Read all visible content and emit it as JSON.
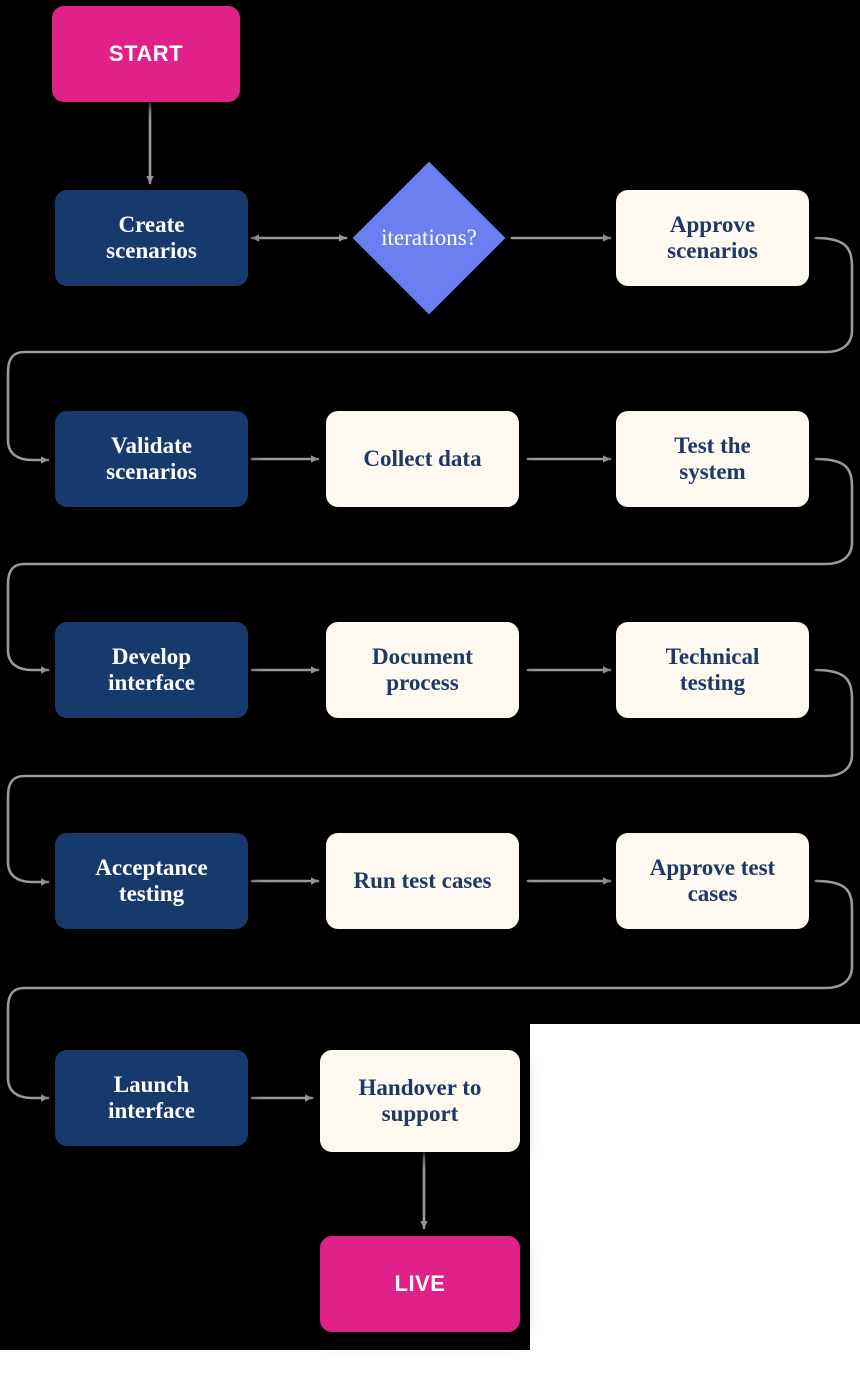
{
  "diagram": {
    "title": "Interface delivery process flowchart",
    "background_color": "#000000",
    "colors": {
      "terminal": "#E0218A",
      "primary": "#173A6D",
      "soft": "#FDF8F0",
      "soft_text": "#1F3864",
      "decision": "#6B7FF0",
      "connector": "#9A9A9A"
    },
    "nodes": {
      "start": "START",
      "create_scenarios": "Create\nscenarios",
      "iterations": "iterations?",
      "approve_scenarios": "Approve\nscenarios",
      "validate_scenarios": "Validate\nscenarios",
      "collect_data": "Collect data",
      "test_the_system": "Test the\nsystem",
      "develop_interface": "Develop\ninterface",
      "document_process": "Document\nprocess",
      "technical_testing": "Technical\ntesting",
      "acceptance_testing": "Acceptance\ntesting",
      "run_test_cases": "Run test cases",
      "approve_test_cases": "Approve test\ncases",
      "launch_interface": "Launch\ninterface",
      "handover_to_support": "Handover to\nsupport",
      "live": "LIVE"
    }
  }
}
